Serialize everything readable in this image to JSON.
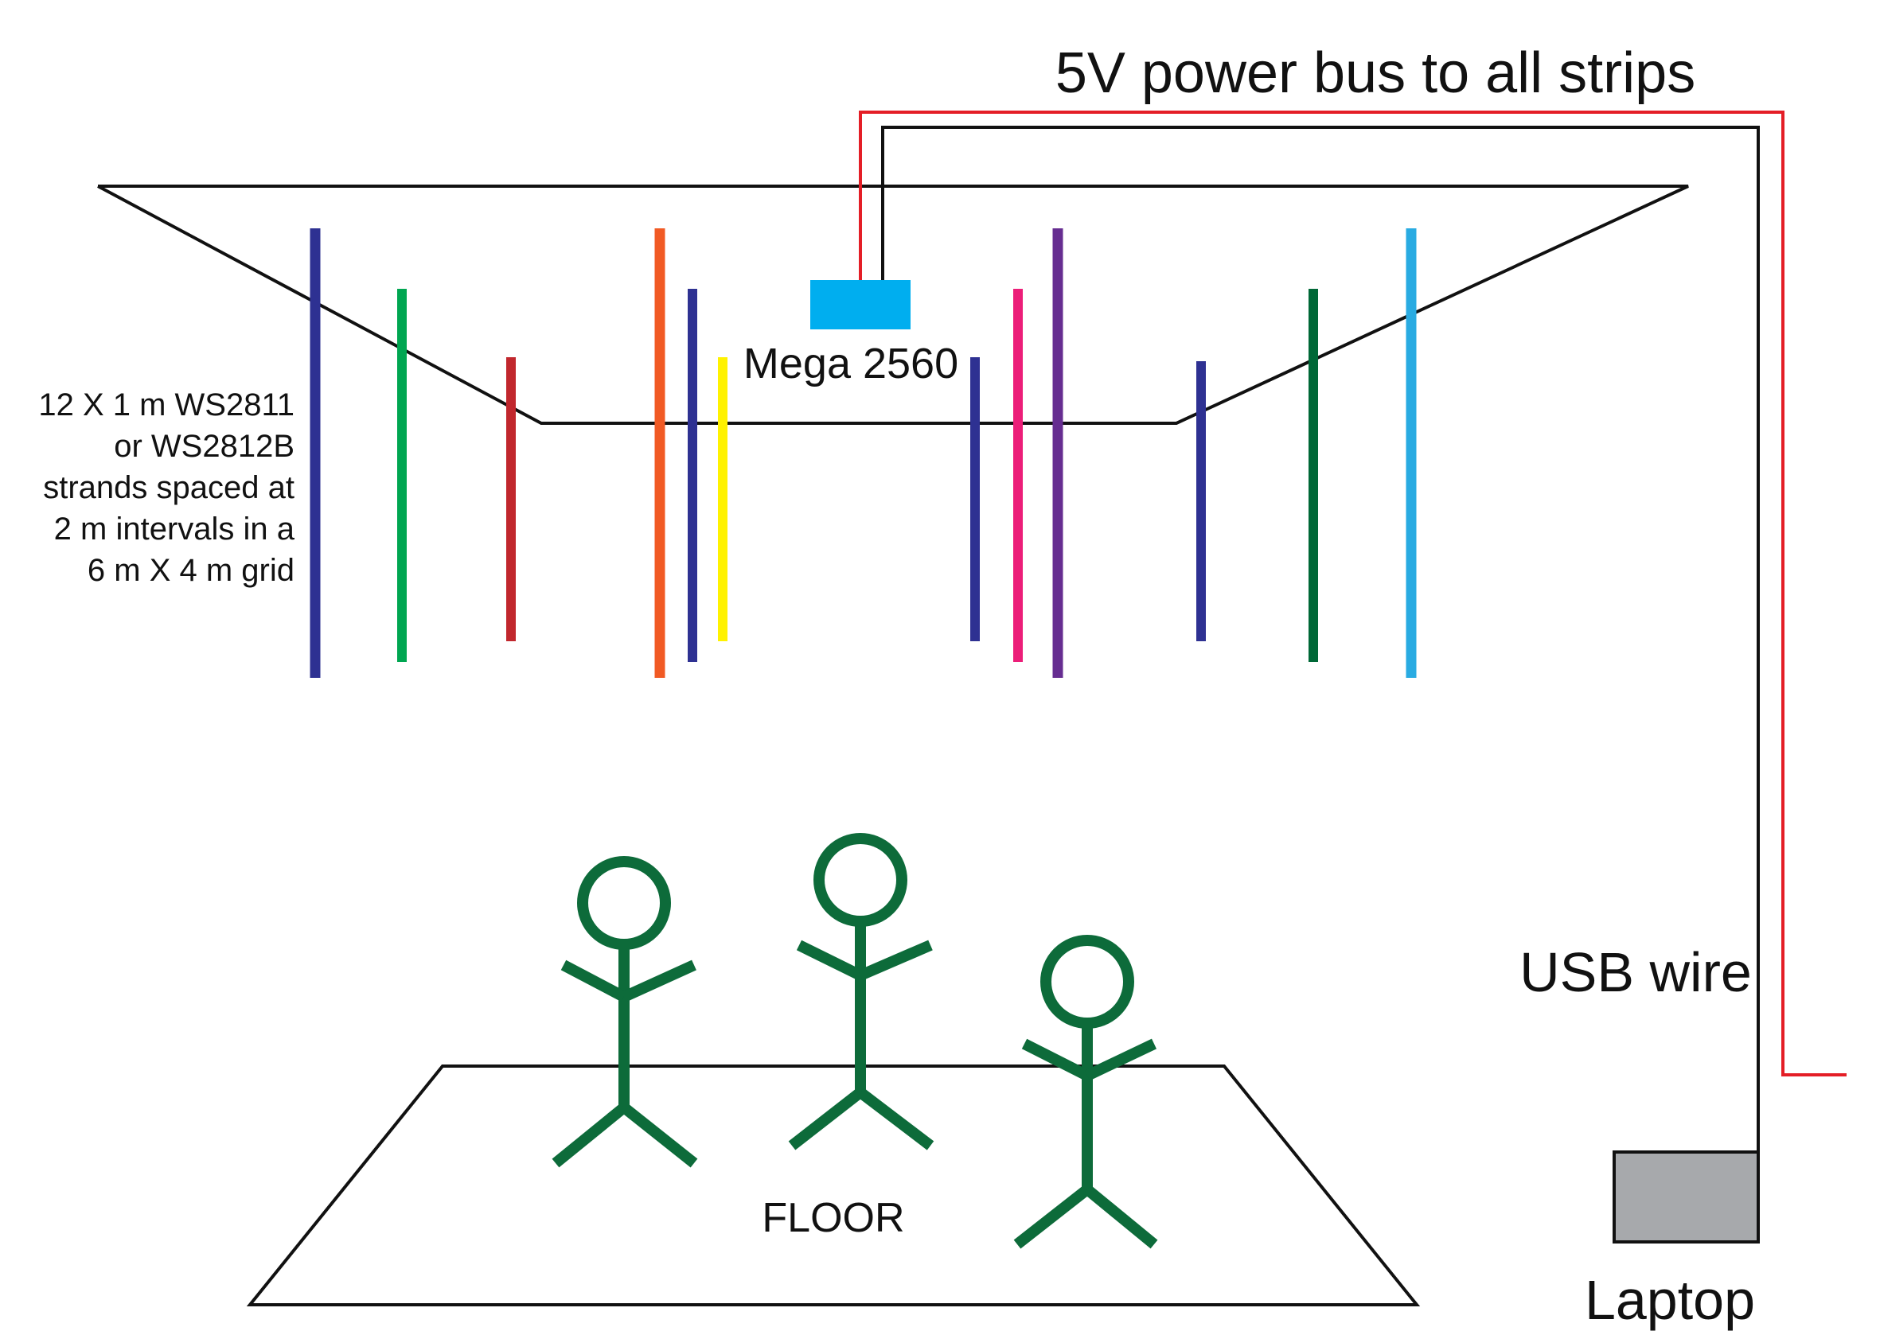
{
  "diagram": {
    "title": "5V power bus to all strips",
    "controller_label": "Mega 2560",
    "strip_description": [
      "12 X 1  m WS2811",
      "or WS2812B",
      "strands spaced at",
      "2 m intervals in a",
      "6 m X 4 m grid"
    ],
    "usb_label": "USB wire",
    "laptop_label": "Laptop",
    "floor_label": "FLOOR"
  },
  "colors": {
    "outline": "#111111",
    "power_wire": "#e41e26",
    "controller": "#00aeef",
    "laptop": "#a7a9ac",
    "person": "#0d6b3a",
    "strips": [
      "#2e3192",
      "#00a651",
      "#c1272d",
      "#f15a24",
      "#2e3192",
      "#fff200",
      "#2e3192",
      "#ec1e79",
      "#662d91",
      "#2e3192",
      "#006837",
      "#29abe2"
    ]
  },
  "people_count": 3
}
